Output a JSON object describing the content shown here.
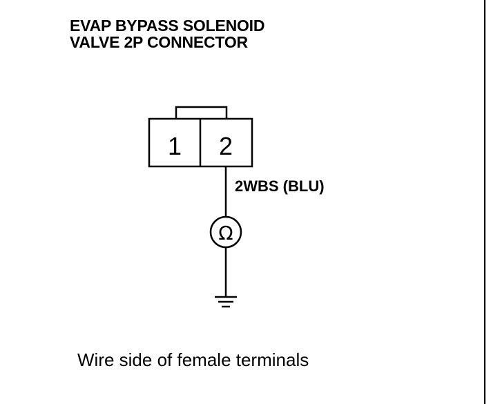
{
  "title": {
    "line1": "EVAP BYPASS SOLENOID",
    "line2": "VALVE 2P CONNECTOR"
  },
  "connector": {
    "terminal_1": "1",
    "terminal_2": "2"
  },
  "wire": {
    "label": "2WBS (BLU)"
  },
  "meter": {
    "symbol": "Ω",
    "icon": "ohmmeter-icon"
  },
  "ground": {
    "icon": "ground-icon"
  },
  "caption": "Wire side of female terminals"
}
